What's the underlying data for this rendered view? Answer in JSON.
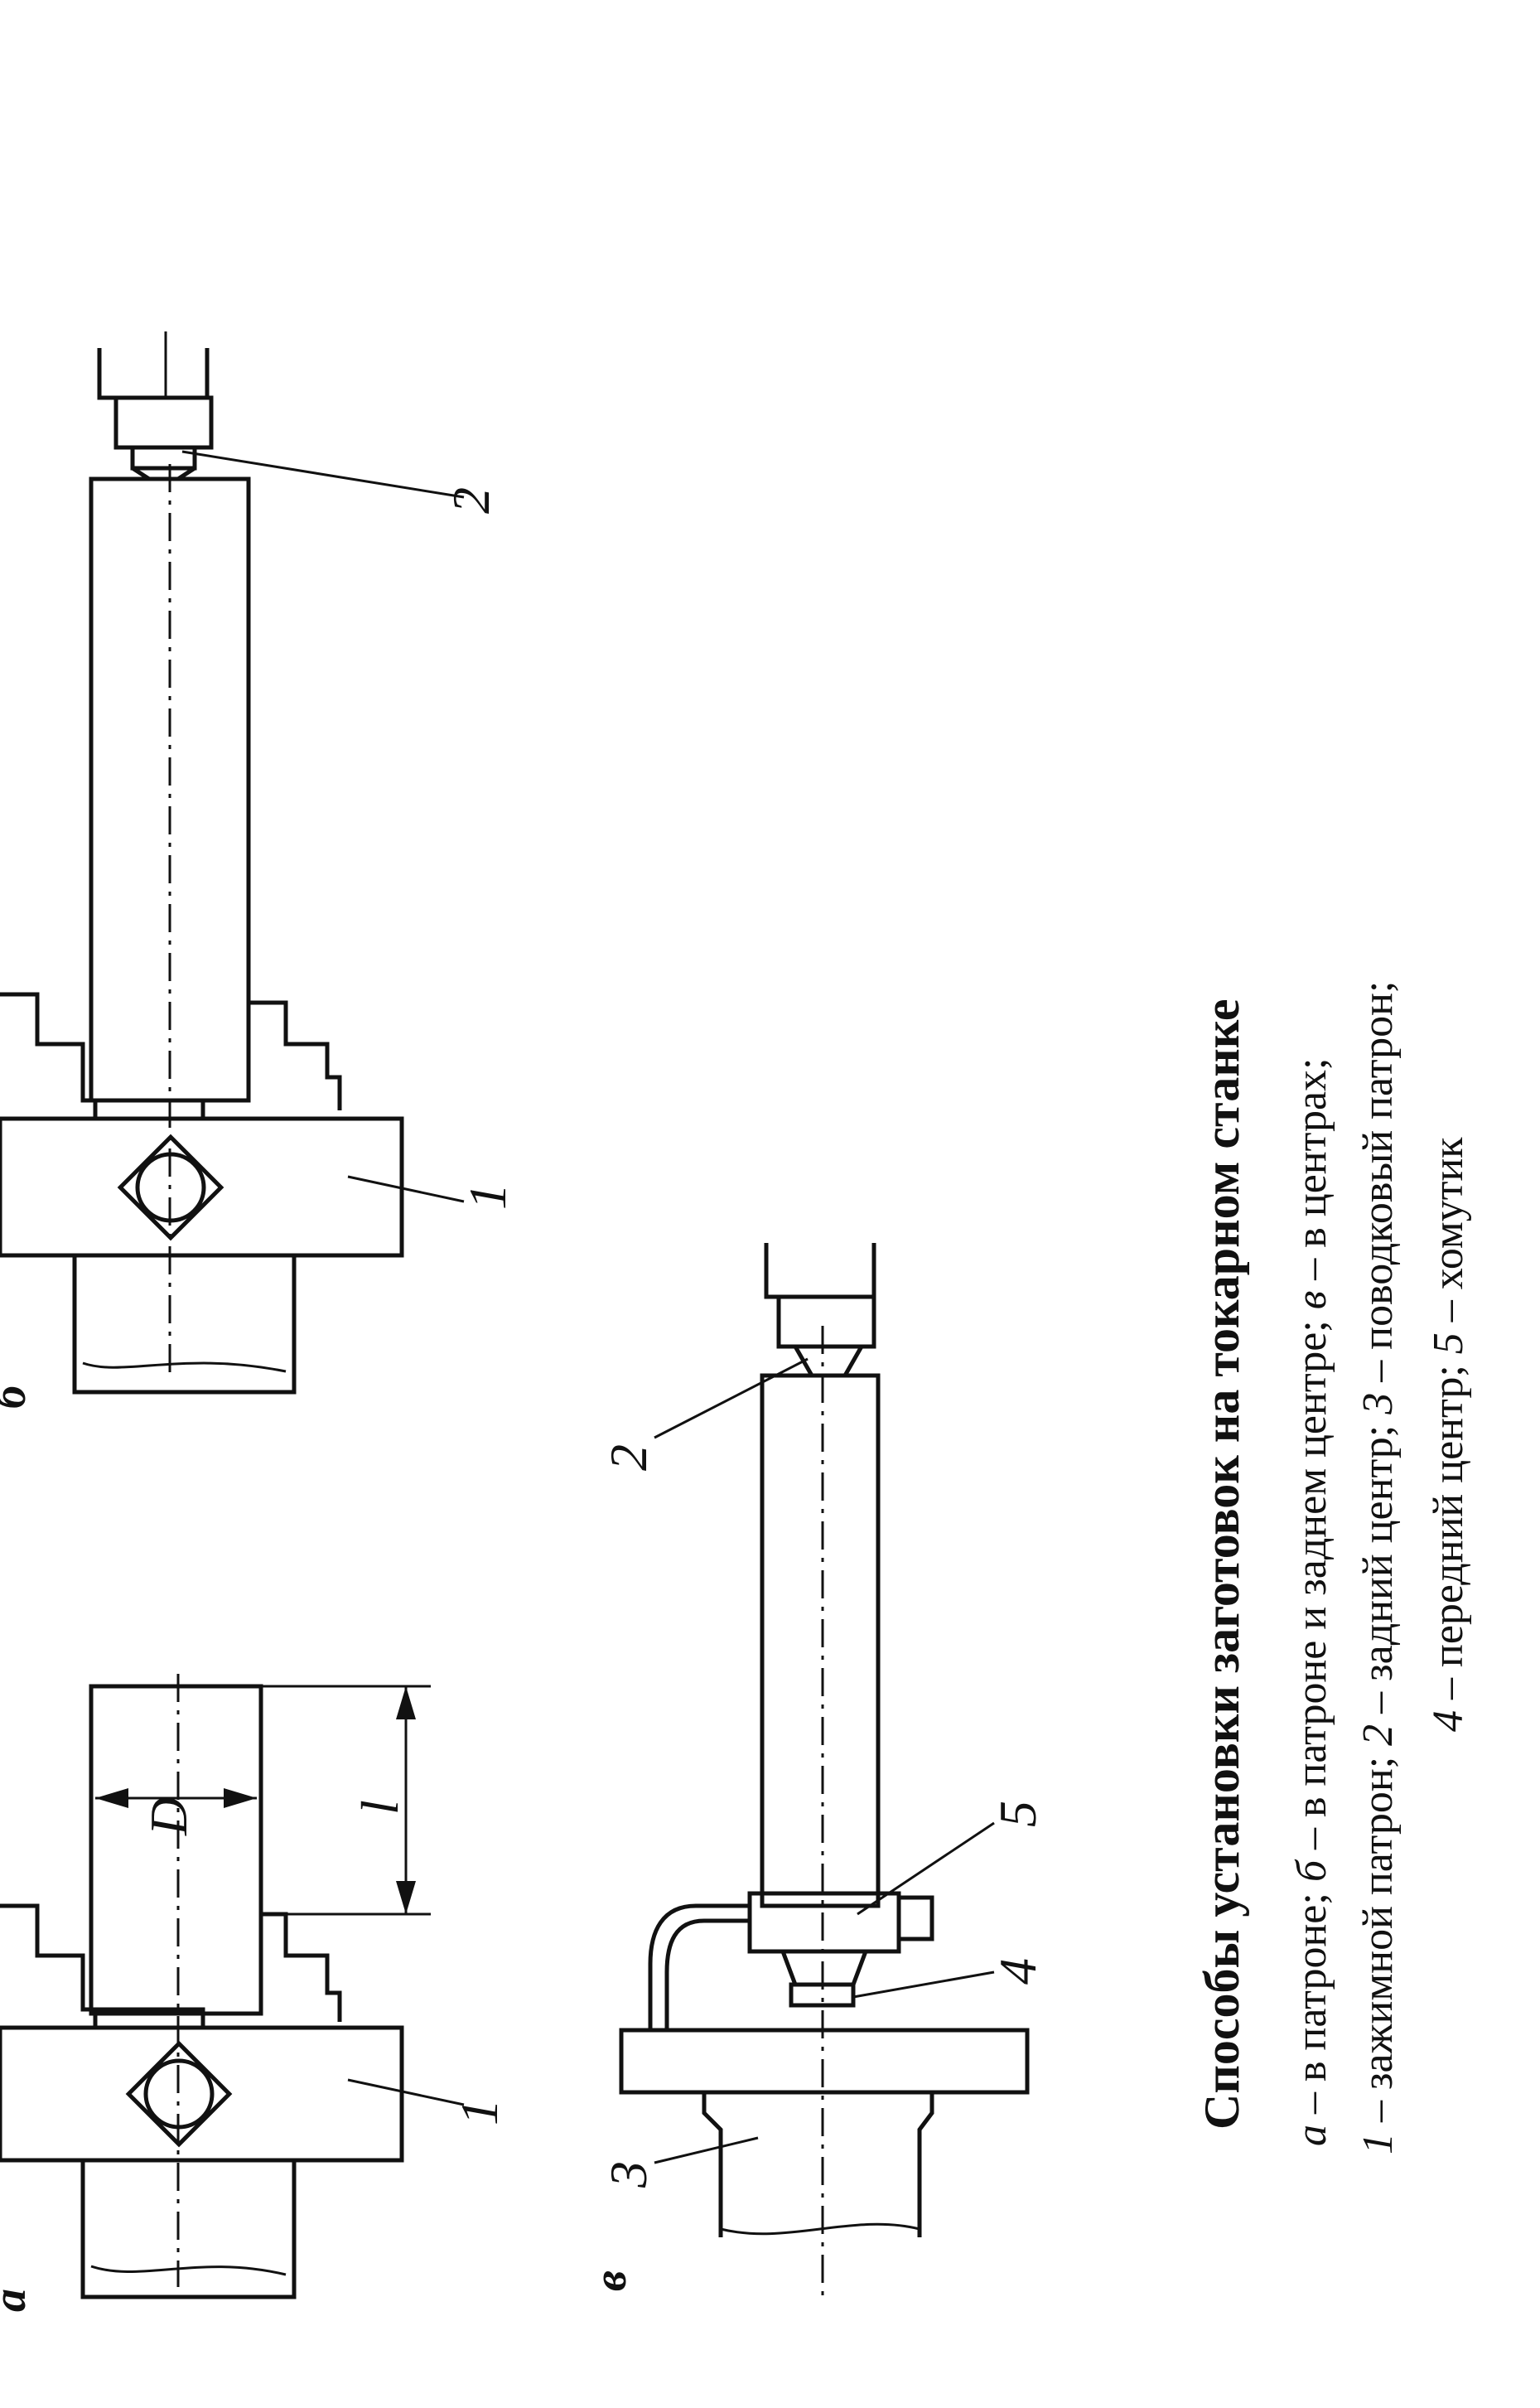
{
  "figure": {
    "sublabels": {
      "a": "а",
      "b": "б",
      "v": "в"
    },
    "callouts": {
      "chuck": "1",
      "tail_center": "2",
      "drive_chuck": "3",
      "front_center": "4",
      "clamp": "5"
    },
    "dimensions": {
      "diameter": "D",
      "length": "l"
    }
  },
  "caption": {
    "title": "Способы установки заготовок на токарном станке",
    "line1": {
      "a": "а",
      "a_text": " – в патроне; ",
      "b": "б",
      "b_text": " – в патроне и заднем центре; ",
      "v": "в",
      "v_text": " – в центрах;"
    },
    "line2": {
      "n1": "1",
      "n1_text": " – зажимной патрон; ",
      "n2": "2",
      "n2_text": " – задний центр; ",
      "n3": "3",
      "n3_text": " – поводковый патрон;"
    },
    "line3": {
      "n4": "4",
      "n4_text": " – передний центр; ",
      "n5": "5",
      "n5_text": " – хомутик"
    }
  }
}
